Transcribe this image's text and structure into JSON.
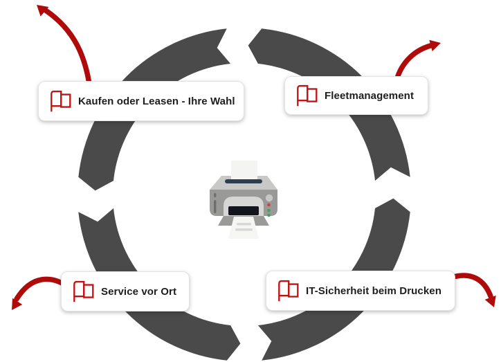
{
  "colors": {
    "background": "#ffffff",
    "ring-gray": "#4a4a4a",
    "arrow-red": "#b00b0b",
    "flag-red": "#c01313",
    "label-text": "#1d1d1d",
    "card-bg": "#ffffff",
    "card-border": "#e3e3e3"
  },
  "diagram": {
    "type": "cycle",
    "direction": "counterclockwise",
    "segment_count": 4,
    "center_icon": "printer-icon"
  },
  "items": [
    {
      "label": "Kaufen oder Leasen - Ihre Wahl",
      "icon": "flag-icon",
      "position": "top-left",
      "outward_arrow": "up-left"
    },
    {
      "label": "Fleetmanagement",
      "icon": "flag-icon",
      "position": "top-right",
      "outward_arrow": "up-right"
    },
    {
      "label": "Service vor Ort",
      "icon": "flag-icon",
      "position": "bottom-left",
      "outward_arrow": "down-left"
    },
    {
      "label": "IT-Sicherheit beim Drucken",
      "icon": "flag-icon",
      "position": "bottom-right",
      "outward_arrow": "down-right"
    }
  ]
}
